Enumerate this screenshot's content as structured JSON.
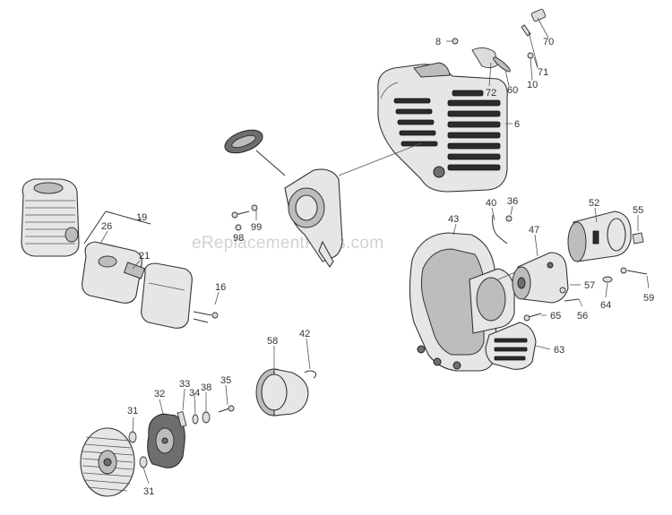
{
  "watermark": "eReplacementParts.com",
  "part_numbers": {
    "p8": "8",
    "p70": "70",
    "p71": "71",
    "p72": "72",
    "p60": "60",
    "p10": "10",
    "p6": "6",
    "p19": "19",
    "p26": "26",
    "p21": "21",
    "p16": "16",
    "p98": "98",
    "p99": "99",
    "p40": "40",
    "p36": "36",
    "p43": "43",
    "p47": "47",
    "p52": "52",
    "p55": "55",
    "p57": "57",
    "p56": "56",
    "p64": "64",
    "p59": "59",
    "p65": "65",
    "p63": "63",
    "p58": "58",
    "p42": "42",
    "p33": "33",
    "p32": "32",
    "p34": "34",
    "p38": "38",
    "p35": "35",
    "p31a": "31",
    "p31b": "31"
  }
}
